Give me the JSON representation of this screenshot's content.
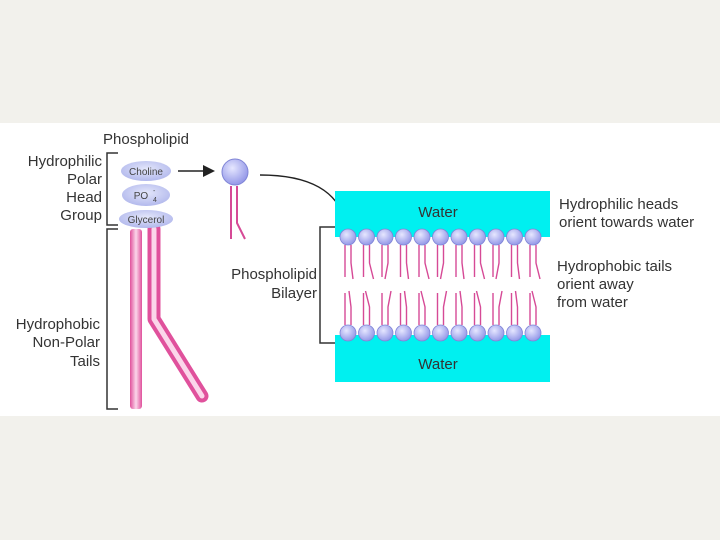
{
  "diagram": {
    "title": "Phospholipid",
    "head_label": [
      "Hydrophilic",
      "Polar",
      "Head",
      "Group"
    ],
    "tail_label": [
      "Hydrophobic",
      "Non-Polar",
      "Tails"
    ],
    "head_parts": {
      "choline": "Choline",
      "phosphate": "PO",
      "phosphate_sub": "4",
      "phosphate_sup": "-",
      "glycerol": "Glycerol"
    },
    "bilayer_label": [
      "Phospholipid",
      "Bilayer"
    ],
    "water_top": "Water",
    "water_bottom": "Water",
    "heads_note": [
      "Hydrophilic heads",
      "orient towards water"
    ],
    "tails_note": [
      "Hydrophobic tails",
      "orient away",
      "from water"
    ],
    "colors": {
      "water": "#00f0f0",
      "head_bead": "#a9acef",
      "head_pill": "#bcc3ee",
      "tail": "#e0519c",
      "tail_light": "#f7c2de",
      "bilayer_tail": "#d64a96",
      "text": "#333333",
      "backdrop": "#f2f1ec"
    }
  }
}
